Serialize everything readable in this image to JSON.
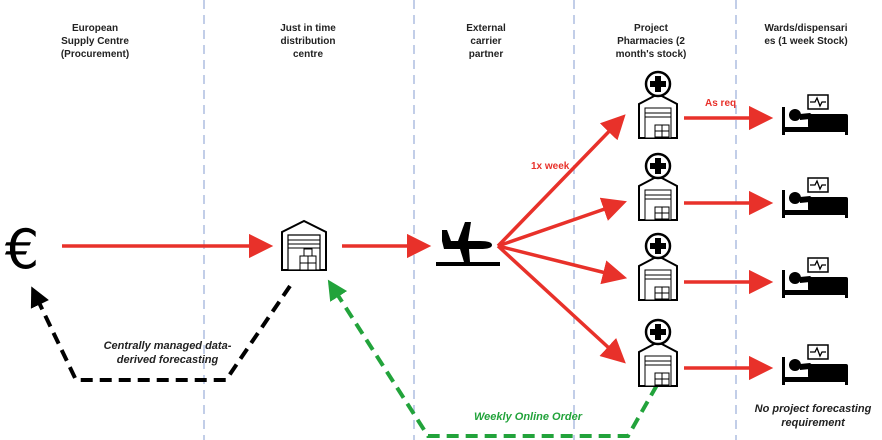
{
  "columns": [
    {
      "id": "supply",
      "label": "European\nSupply Centre\n(Procurement)"
    },
    {
      "id": "jit",
      "label": "Just in time\ndistribution\ncentre"
    },
    {
      "id": "carrier",
      "label": "External\ncarrier\npartner"
    },
    {
      "id": "pharmacies",
      "label": "Project\nPharmacies (2\nmonth's stock)"
    },
    {
      "id": "wards",
      "label": "Wards/dispensari\nes (1 week Stock)"
    }
  ],
  "labels": {
    "frequency": "1x week",
    "as_req": "As req",
    "forecasting": "Centrally managed data-\nderived forecasting",
    "weekly_order": "Weekly Online Order",
    "no_forecasting": "No project forecasting\nrequirement"
  },
  "symbols": {
    "currency": "€"
  },
  "colors": {
    "flow_red": "#e8312a",
    "forecast_black": "#000000",
    "order_green": "#22a33b",
    "divider": "#aebde0"
  },
  "icons": [
    "euro-icon",
    "warehouse-icon",
    "airplane-icon",
    "pharmacy-icon",
    "hospital-bed-icon"
  ]
}
